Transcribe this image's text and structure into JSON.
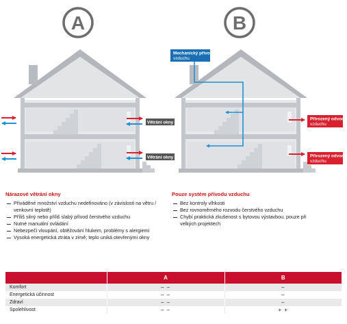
{
  "badges": {
    "a": "A",
    "b": "B"
  },
  "house_a": {
    "label_top": "Větrání okny",
    "label_bottom": "Větrání okny"
  },
  "house_b": {
    "mech_label_line1": "Mechanický přívod",
    "mech_label_line2": "vzduchu",
    "natural_top_line1": "Přirozený odvod",
    "natural_top_line2": "vzduchu",
    "natural_bottom_line1": "Přirozený odvod",
    "natural_bottom_line2": "vzduchu"
  },
  "column_a": {
    "title": "Nárazové větrání okny",
    "items": [
      "Přiváděné množství vzduchu nedefinováno (v závislosti na větru /",
      "venkovní teplotě)",
      "Příliš silný nebo příliš slabý přívod čerstvého vzduchu",
      "Nutné manuální ovládání",
      "Nebezpečí vloupání, obtěžování hlukem, problémy s alergiemi",
      "Vysoká energetická ztráta v zimě; teplo uniká otevřenými okny"
    ]
  },
  "column_b": {
    "title": "Pouze systém přívodu vzduchu",
    "items": [
      "Bez kontroly vlhkosti",
      "Bez rovnoměrného rozvodu čerstvého vzduchu",
      "Chybí praktická zkušenost s bytovou výstavbou, pouze při",
      "velkých projektech"
    ]
  },
  "table": {
    "headers": [
      "",
      "A",
      "B"
    ],
    "rows": [
      [
        "Komfort",
        "– –",
        "–"
      ],
      [
        "Energetická účinnost",
        "– –",
        "–"
      ],
      [
        "Zdraví",
        "– –",
        "–"
      ],
      [
        "Spolehlivost",
        "– –",
        "+ +"
      ]
    ]
  },
  "colors": {
    "accent_red": "#c8102e",
    "arrow_blue": "#1f8fd6",
    "label_dark": "#555555",
    "house_gray": "#c9ccd0"
  }
}
